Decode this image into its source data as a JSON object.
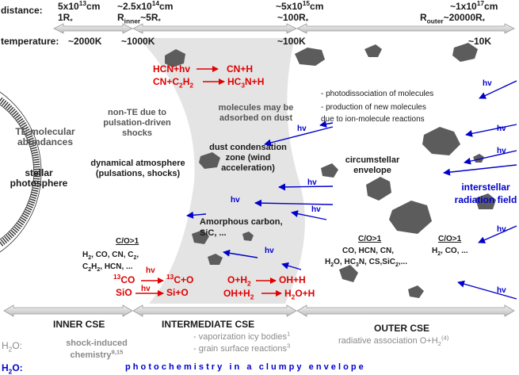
{
  "header": {
    "distance_label": "distance:",
    "temperature_label": "temperature:",
    "dist_1": {
      "value": "5x10<sup>13</sup>cm",
      "unit": "1R<sub>*</sub>"
    },
    "dist_2": {
      "value": "~2.5x10<sup>14</sup>cm",
      "unit": "R<sub>inner</sub>~5R<sub>*</sub>"
    },
    "dist_3": {
      "value": "~5x10<sup>15</sup>cm",
      "unit": "~100R<sub>*</sub>"
    },
    "dist_4": {
      "value": "~1x10<sup>17</sup>cm",
      "unit": "R<sub>outer</sub>~20000R<sub>*</sub>"
    },
    "temps": [
      "~2000K",
      "~1000K",
      "~100K",
      "~10K"
    ]
  },
  "star": {
    "te_label": "TE molecular abundances",
    "photosphere": "stellar photosphere"
  },
  "inner": {
    "non_te": "non-TE due to pulsation-driven shocks",
    "atmosphere": "dynamical atmosphere (pulsations, shocks)",
    "co_ratio": "C/O>1",
    "molecules": "H<sub>2</sub>, CO, CN, C<sub>2</sub>, C<sub>2</sub>H<sub>2</sub>, HCN, ...",
    "r13co": "<sup>13</sup>CO",
    "rsio": "SiO",
    "p13co": "<sup>13</sup>C+O",
    "psio": "Si+O",
    "hv": "hv"
  },
  "middle": {
    "reaction_1_left": "HCN+hv",
    "reaction_1_right": "CN+H",
    "reaction_2_left": "CN+C<sub>2</sub>H<sub>2</sub>",
    "reaction_2_right": "HC<sub>3</sub>N+H",
    "adsorbed": "molecules may be adsorbed on dust",
    "dust_zone": "dust condensation zone (wind acceleration)",
    "amorphous": "Amorphous carbon, SiC, ...",
    "reaction_3_left": "O+H<sub>2</sub>",
    "reaction_3_right": "OH+H",
    "reaction_4_left": "OH+H<sub>2</sub>",
    "reaction_4_right": "H<sub>2</sub>O+H"
  },
  "outer": {
    "bullet_1": "- photodissociation of molecules",
    "bullet_2": "- production of new molecules due to ion-molecule reactions",
    "envelope": "circumstellar envelope",
    "radiation": "interstellar radiation field",
    "co_ratio_1": "C/O>1",
    "molecules_1a": "CO, HCN, CN,",
    "molecules_1b": "H<sub>2</sub>O, HC<sub>3</sub>N, CS,SiC<sub>2</sub>,...",
    "co_ratio_2": "C/O>1",
    "molecules_2": "H<sub>2</sub>, CO, ..."
  },
  "photon_label": "hv",
  "zones": {
    "inner": "INNER CSE",
    "intermediate": "INTERMEDIATE CSE",
    "outer": "OUTER CSE"
  },
  "water": {
    "label_1": "H<sub>2</sub>O:",
    "label_2": "H<sub>2</sub>O:",
    "inner_mech": "shock-induced chemistry<sup>9,15</sup>",
    "inter_mech_1": "- vaporization icy bodies<sup>1</sup>",
    "inter_mech_2": "- grain surface reactions<sup>3</sup>",
    "outer_mech": "radiative association O+H<sub>2</sub><sup>(4)</sup>",
    "clumpy": "p h o t o c h e m i s t r y   i n   a   c l u m p y   e n v e l o p e"
  },
  "colors": {
    "reaction": "#e00000",
    "photon": "#0000cc",
    "dust_zone": "#e2e2e2",
    "clump": "#5a5a5a",
    "arrow_band": "#d0d0d0"
  }
}
